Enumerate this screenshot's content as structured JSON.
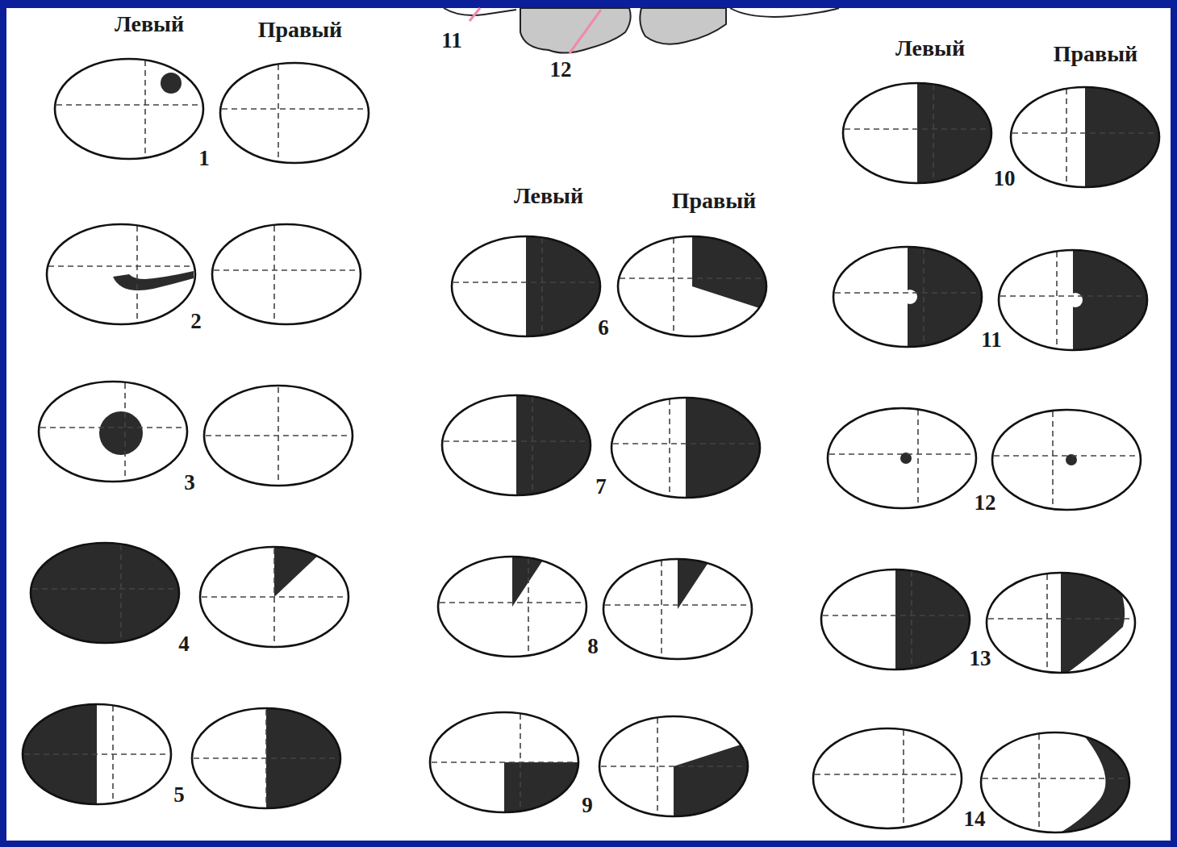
{
  "diagram": {
    "labels": [
      "Левый",
      "Правый",
      "11",
      "12",
      "Левый",
      "Правый",
      "Левый",
      "Правый",
      "1",
      "2",
      "3",
      "4",
      "5",
      "6",
      "7",
      "8",
      "9",
      "10",
      "11",
      "12",
      "13",
      "14"
    ]
  }
}
